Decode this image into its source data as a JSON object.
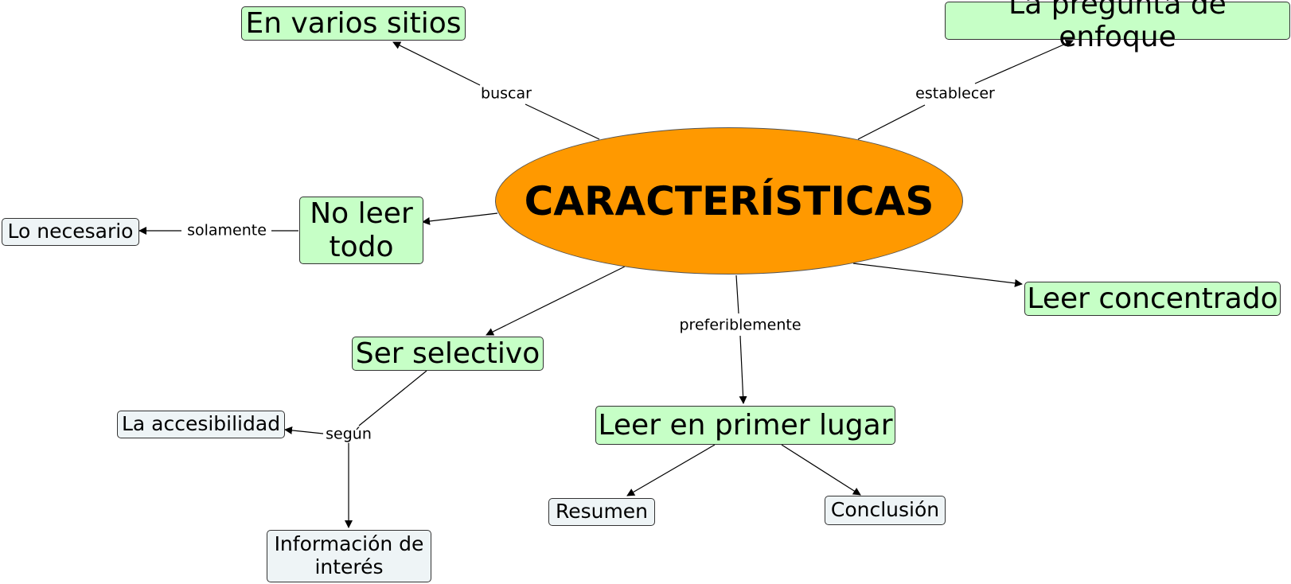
{
  "center": {
    "label": "CARACTERÍSTICAS",
    "fill": "#ff9900"
  },
  "nodes": {
    "varios": "En varios sitios",
    "pregunta": "La pregunta de enfoque",
    "noleer": "No leer todo",
    "necesario": "Lo necesario",
    "concentrado": "Leer concentrado",
    "selectivo": "Ser selectivo",
    "primer": "Leer en primer lugar",
    "accesibilidad": "La accesibilidad",
    "informacion": "Información de interés",
    "resumen": "Resumen",
    "conclusion": "Conclusión"
  },
  "links": {
    "buscar": "buscar",
    "establecer": "establecer",
    "solamente": "solamente",
    "preferiblemente": "preferiblemente",
    "segun": "según"
  },
  "colors": {
    "concept_fill": "#c6ffc6",
    "sub_fill": "#eef4f6",
    "central_fill": "#ff9900"
  }
}
